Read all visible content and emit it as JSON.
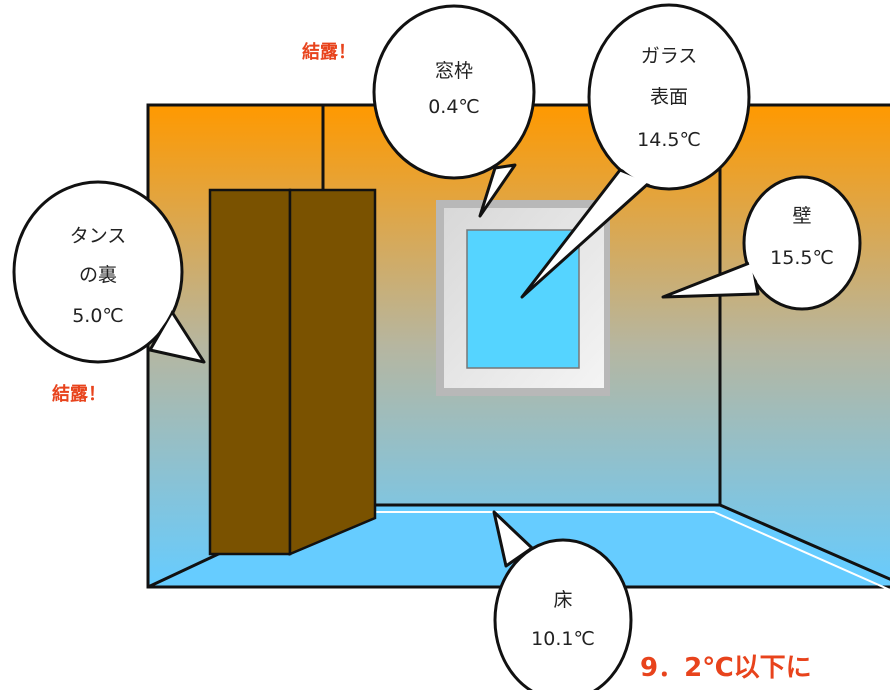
{
  "alerts": {
    "top": "結露！",
    "left": "結露！"
  },
  "bubbles": {
    "frame": {
      "line1": "窓枠",
      "line2": "0.4℃"
    },
    "glass": {
      "line1": "ガラス",
      "line2": "表面",
      "line3": "14.5℃"
    },
    "wall": {
      "line1": "壁",
      "line2": "15.5℃"
    },
    "cabinet": {
      "line1": "タンス",
      "line2": "の裏",
      "line3": "5.0℃"
    },
    "floor": {
      "line1": "床",
      "line2": "10.1℃"
    }
  },
  "note": "9．2℃以下に",
  "colors": {
    "wall_top": "#ff9900",
    "wall_bottom": "#66ccff",
    "floor": "#66ccff",
    "cabinet": "#7a5200",
    "glass": "#55d4ff",
    "alert": "#e8431c"
  }
}
